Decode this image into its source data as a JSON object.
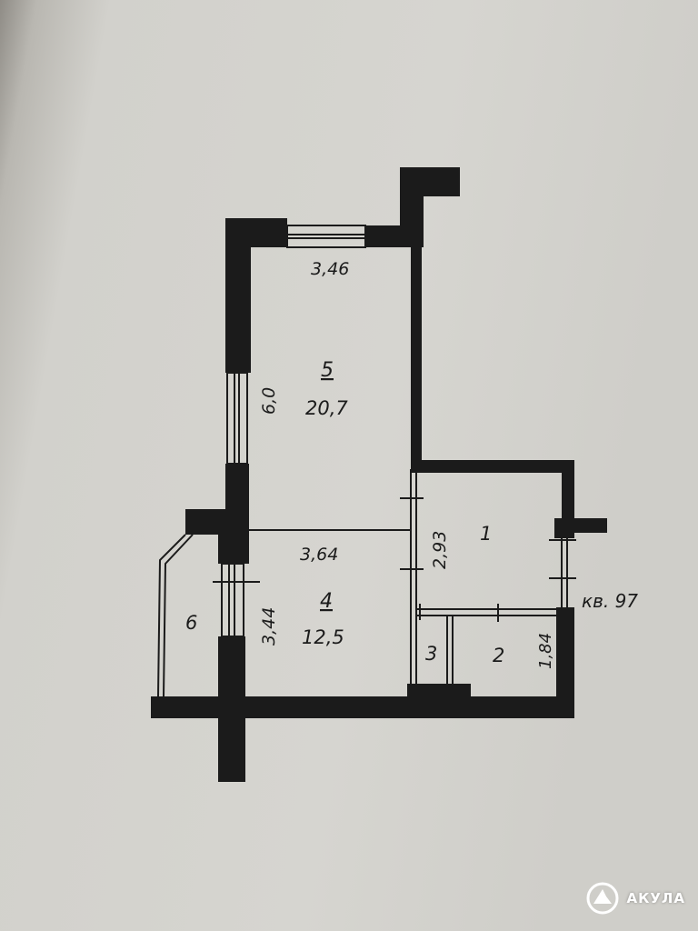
{
  "rooms": [
    {
      "number": "5",
      "area": "20,7"
    },
    {
      "number": "4",
      "area": "12,5"
    },
    {
      "number": "1"
    },
    {
      "number": "2"
    },
    {
      "number": "3"
    },
    {
      "number": "6"
    }
  ],
  "dimensions": {
    "room5_width": "3,46",
    "room5_length": "6,0",
    "room4_width": "3,64",
    "room4_length": "3,44",
    "room1_length": "2,93",
    "room2_length": "1,84"
  },
  "apartment_label": "кв. 97",
  "watermark": {
    "brand": "АКУЛА"
  },
  "colors": {
    "ink": "#1b1b1b",
    "paper": "#d5d4cf"
  }
}
